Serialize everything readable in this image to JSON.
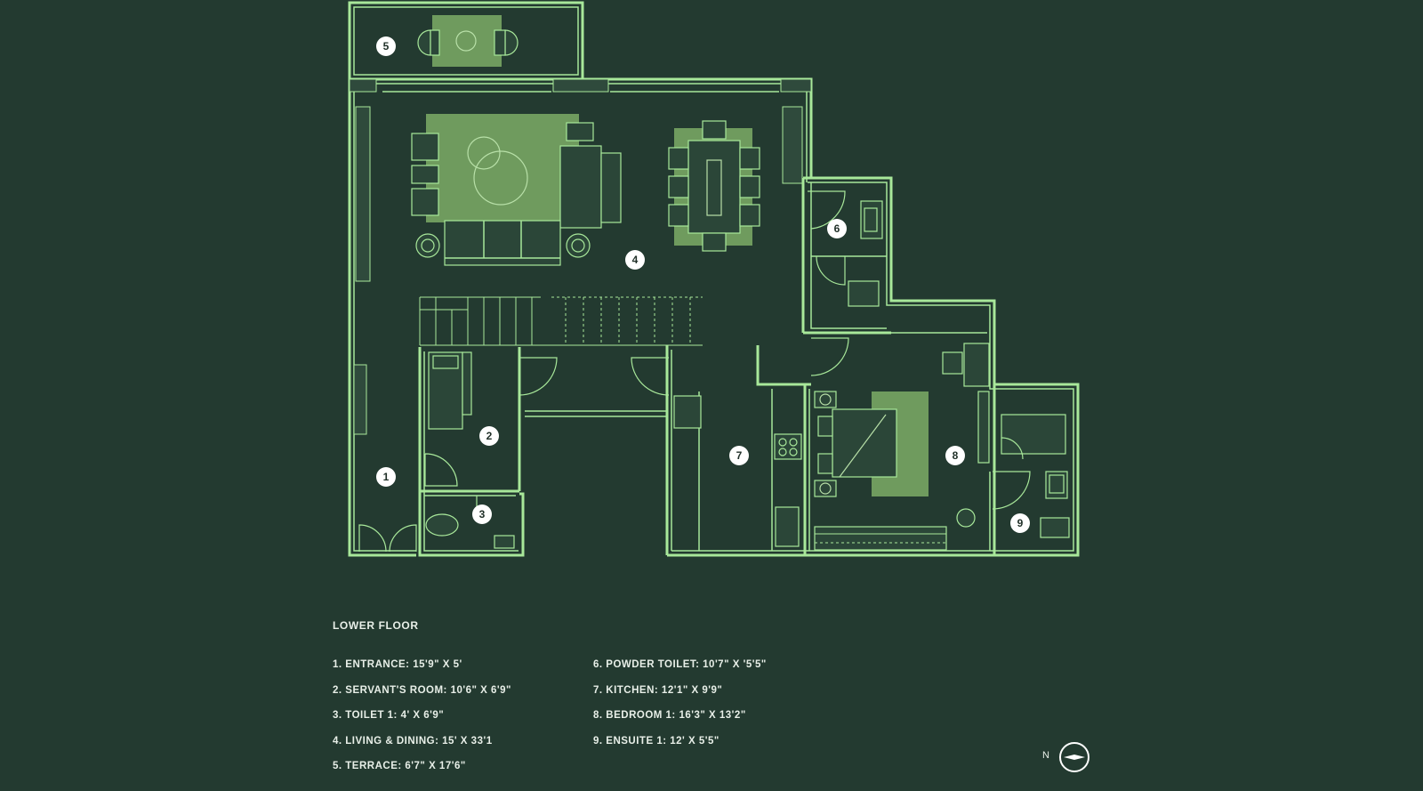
{
  "floor_title": "LOWER FLOOR",
  "rooms": [
    {
      "number": "1",
      "label": "1. ENTRANCE: 15'9\" X 5'"
    },
    {
      "number": "2",
      "label": "2. SERVANT'S ROOM: 10'6\" X 6'9\""
    },
    {
      "number": "3",
      "label": "3. TOILET 1: 4' X 6'9\""
    },
    {
      "number": "4",
      "label": "4. LIVING & DINING: 15' X 33'1"
    },
    {
      "number": "5",
      "label": "5. TERRACE: 6'7\" X 17'6\""
    },
    {
      "number": "6",
      "label": "6. POWDER TOILET: 10'7\" X '5'5\""
    },
    {
      "number": "7",
      "label": "7. KITCHEN: 12'1\" X 9'9\""
    },
    {
      "number": "8",
      "label": "8. BEDROOM 1: 16'3\" X 13'2\""
    },
    {
      "number": "9",
      "label": "9. ENSUITE 1: 12' X 5'5\""
    }
  ],
  "compass": {
    "label": "N"
  },
  "colors": {
    "background": "#233a30",
    "wall": "#a8e89a",
    "rug": "#6f9b5e",
    "marker": "#ffffff"
  }
}
